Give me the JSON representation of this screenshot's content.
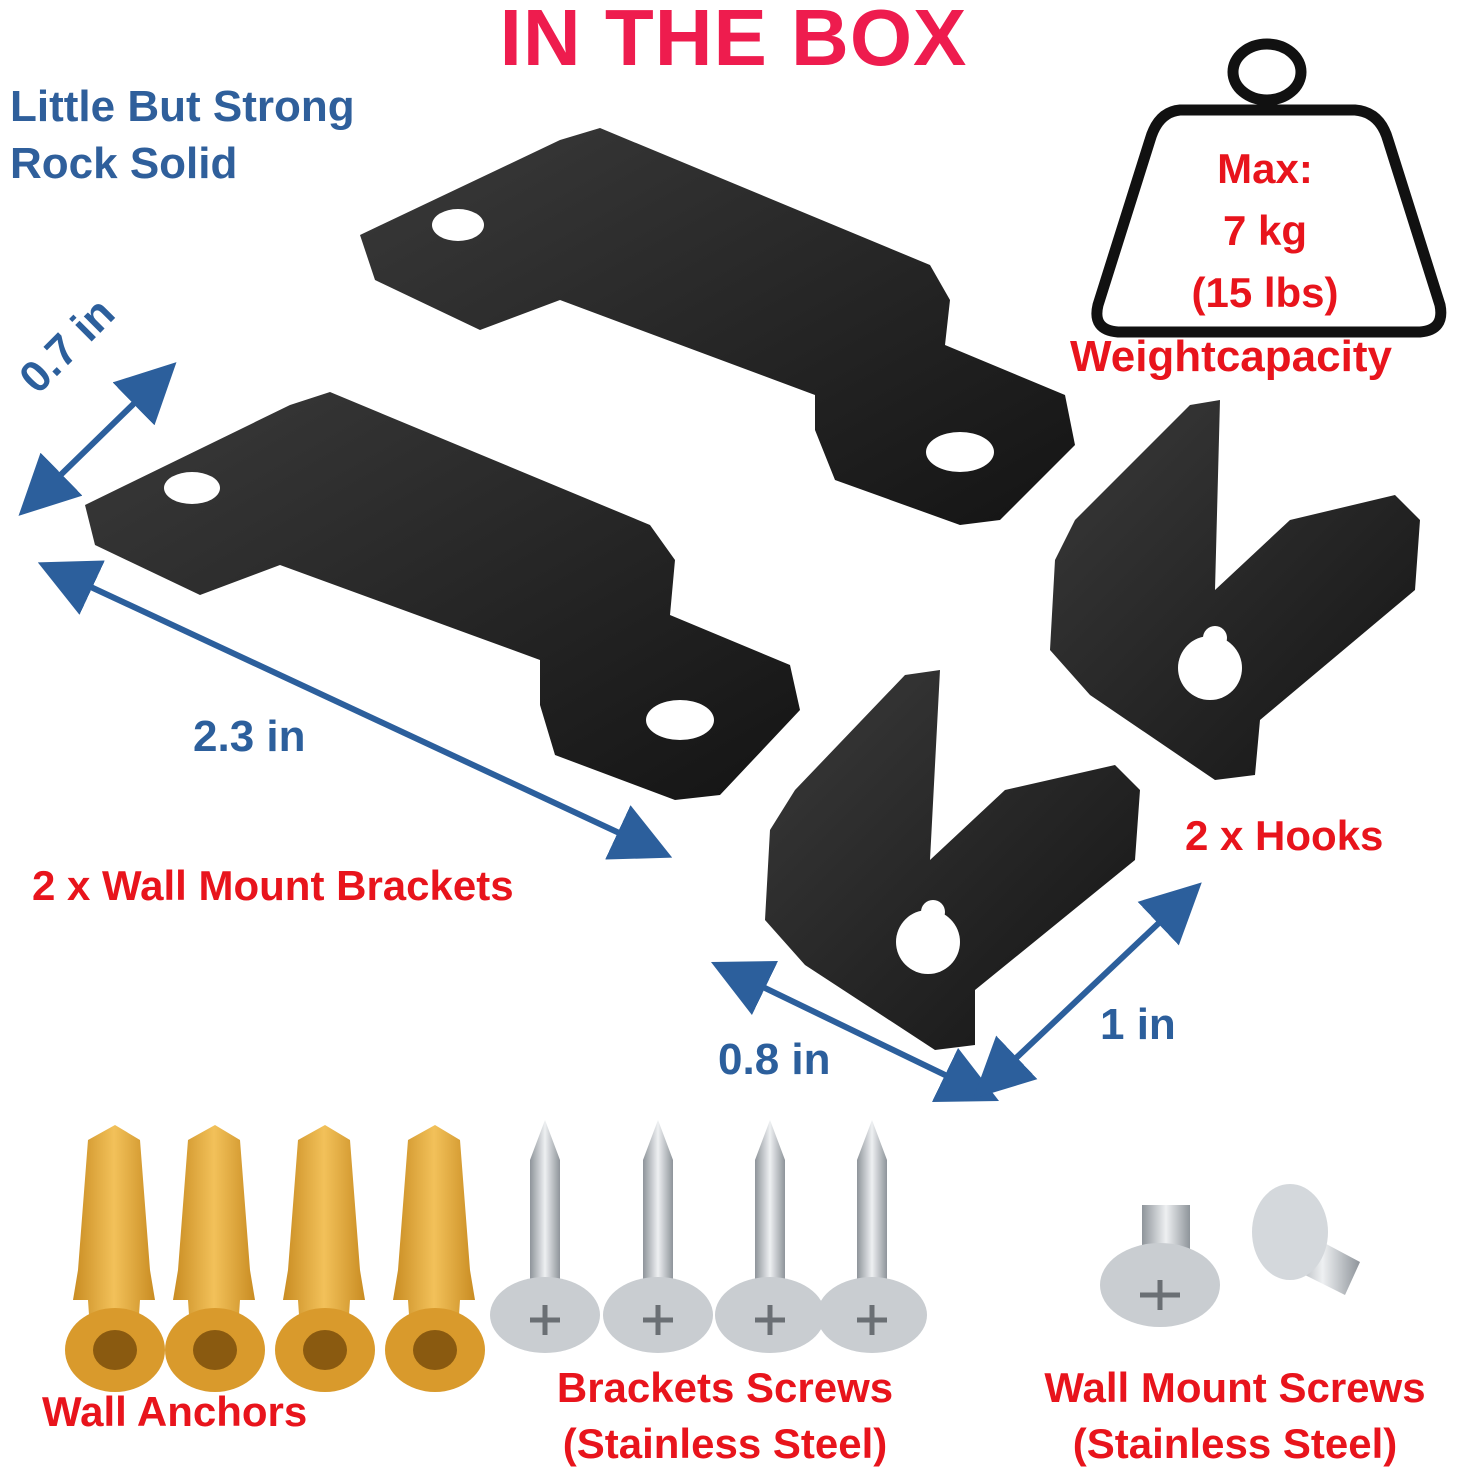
{
  "title": "IN THE BOX",
  "tagline": {
    "line1": "Little But Strong",
    "line2": "Rock Solid"
  },
  "weight": {
    "line1": "Max:",
    "line2": "7 kg",
    "line3": "(15 lbs)",
    "caption": "Weightcapacity"
  },
  "dimensions": {
    "bracket_width": "0.7 in",
    "bracket_length": "2.3 in",
    "hook_width": "0.8 in",
    "hook_length": "1 in"
  },
  "labels": {
    "brackets": "2 x Wall Mount Brackets",
    "hooks": "2 x Hooks",
    "anchors": "Wall Anchors",
    "bracket_screws_1": "Brackets Screws",
    "bracket_screws_2": "(Stainless Steel)",
    "wall_screws_1": "Wall Mount Screws",
    "wall_screws_2": "(Stainless Steel)"
  },
  "colors": {
    "title": "#ee1c4e",
    "tagline": "#2f5f9b",
    "label_red": "#e8141c",
    "dimension_blue": "#2c5f9c",
    "metal": "#1c1c1c",
    "anchor": "#e0a83a",
    "screw": "#c9cdd1"
  }
}
